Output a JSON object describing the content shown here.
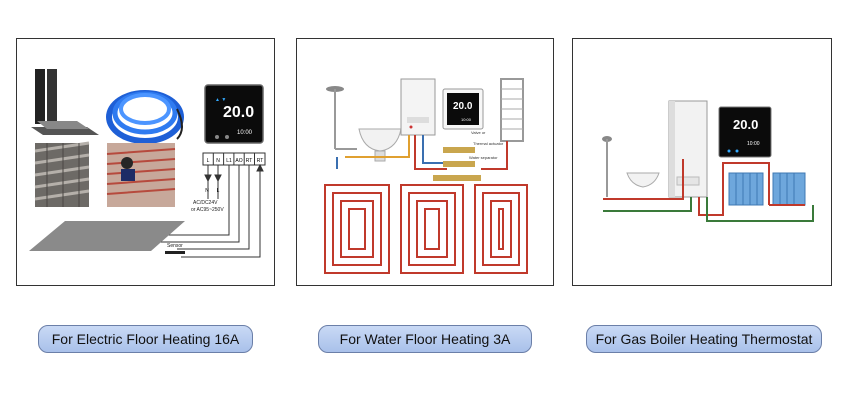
{
  "panels": [
    {
      "caption": "For Electric Floor Heating 16A",
      "thermostat_display": "20.0",
      "thermostat_time": "10:00",
      "terminals": [
        "L",
        "N",
        "L1",
        "AO",
        "RT",
        "RT"
      ],
      "power_text_1": "AC/DC24V",
      "power_text_2": "or AC95~250V",
      "sensor_label": "Sensor",
      "wire_labels": [
        "N",
        "L"
      ]
    },
    {
      "caption": "For Water Floor Heating 3A",
      "thermostat_display": "20.0",
      "thermostat_time": "10:00",
      "valve_label": "Valve or",
      "actuator_label": "Thermal actuator",
      "separator_label": "Water separator"
    },
    {
      "caption": "For Gas Boiler Heating Thermostat",
      "thermostat_display": "20.0",
      "thermostat_time": "10:00"
    }
  ]
}
